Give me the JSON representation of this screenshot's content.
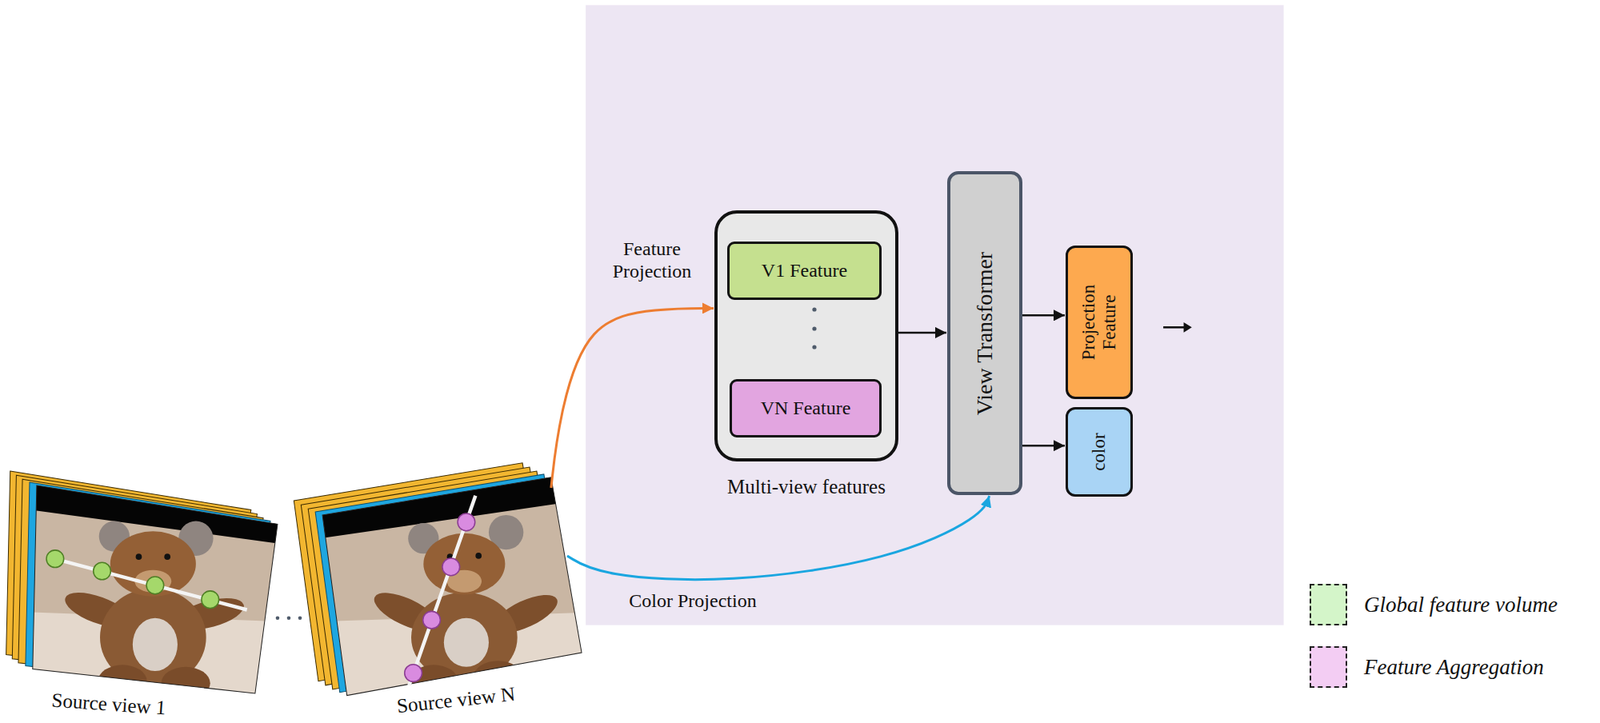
{
  "diagram": {
    "nodes": [
      {
        "text": [
          "Source view 1"
        ]
      },
      {
        "text": [
          "Source view N"
        ]
      },
      {
        "text": [
          "Multi-view features"
        ]
      },
      {
        "text": [
          "V1 Feature"
        ],
        "in": 2
      },
      {
        "text": [
          "VN Feature"
        ],
        "in": 2
      },
      {
        "text": [
          "View Transformer"
        ]
      },
      {
        "text": [
          "Projection Feature"
        ]
      },
      {
        "text": [
          "color"
        ]
      }
    ],
    "edges": [
      {
        "from": 1,
        "to": 2,
        "arrow": "to",
        "label": "Feature Projection"
      },
      {
        "from": 1,
        "to": 5,
        "arrow": "to",
        "label": "Color Projection"
      },
      {
        "from": 2,
        "to": 5,
        "arrow": "to"
      },
      {
        "from": 5,
        "to": 6,
        "arrow": "to"
      },
      {
        "from": 5,
        "to": 7,
        "arrow": "to"
      }
    ],
    "legend": [
      {
        "text": "Global feature volume",
        "color": "#d4f5c9"
      },
      {
        "text": "Feature Aggregation",
        "color": "#f3cdf3"
      }
    ]
  }
}
